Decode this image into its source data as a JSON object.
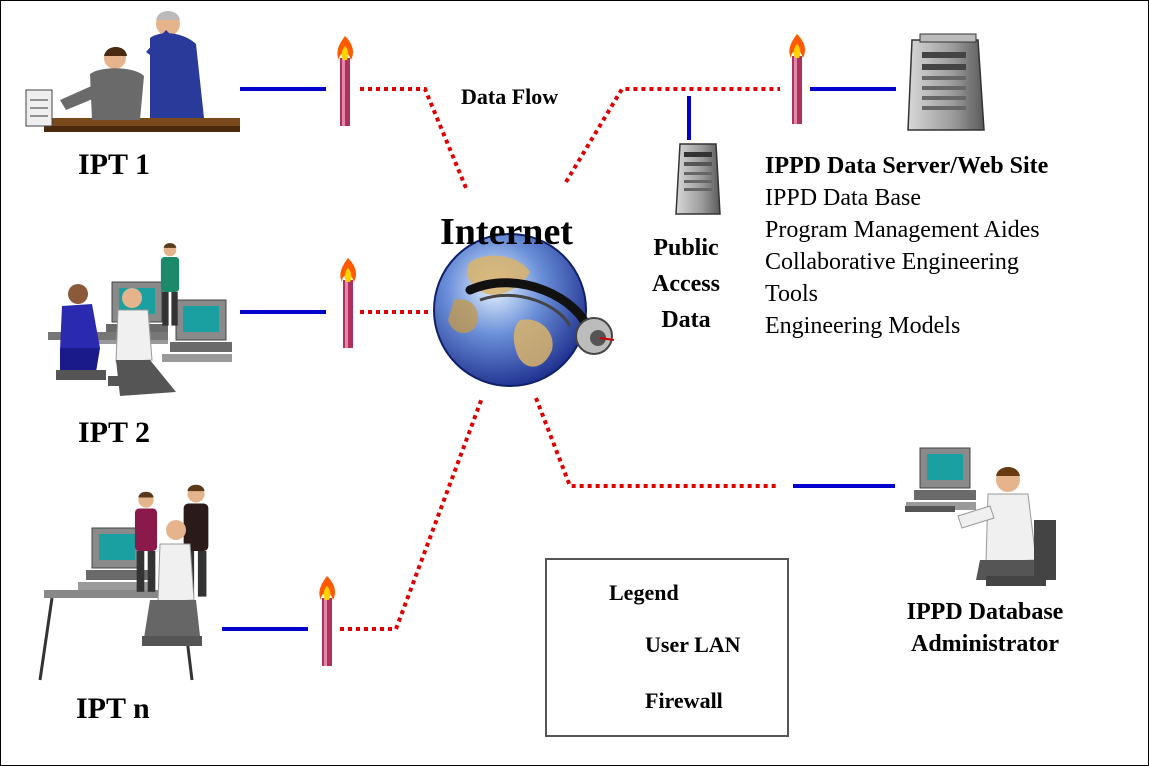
{
  "nodes": {
    "ipt1": "IPT 1",
    "ipt2": "IPT 2",
    "iptn": "IPT n",
    "internet": "Internet",
    "data_flow": "Data Flow",
    "public_access": [
      "Public",
      "Access",
      "Data"
    ],
    "server_title": "IPPD Data Server/Web Site",
    "server_items": [
      "IPPD Data Base",
      "Program Management Aides",
      "Collaborative Engineering",
      "Tools",
      "Engineering Models"
    ],
    "admin": [
      "IPPD Database",
      "Administrator"
    ]
  },
  "legend": {
    "title": "Legend",
    "user_lan": "User LAN",
    "firewall": "Firewall"
  },
  "colors": {
    "lan_line": "#0000cc",
    "data_flow_line": "#e00000",
    "firewall_flame": "#ff6a00",
    "firewall_post": "#b03060"
  }
}
